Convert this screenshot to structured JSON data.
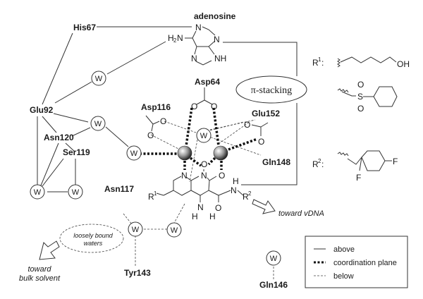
{
  "title": "adenosine",
  "residues": {
    "his67": "His67",
    "glu92": "Glu92",
    "asn120": "Asn120",
    "ser119": "Ser119",
    "asp64": "Asp64",
    "asp116": "Asp116",
    "glu152": "Glu152",
    "gln148": "Gln148",
    "asn117": "Asn117",
    "tyr143": "Tyr143",
    "gln146": "Gln146"
  },
  "water_label": "W",
  "pi_stacking": "π-stacking",
  "loosely_bound": [
    "loosely bound",
    "waters"
  ],
  "toward_bulk": [
    "toward",
    "bulk solvent"
  ],
  "toward_vdna": "toward vDNA",
  "substituents": {
    "r1_label": "R",
    "r1_sup": "1",
    "r2_label": "R",
    "r2_sup": "2",
    "oh": "OH",
    "s": "S",
    "o": "O",
    "f": "F"
  },
  "atoms": {
    "n": "N",
    "o": "O",
    "h": "H",
    "nh": "NH",
    "h2": "H",
    "h2_sub": "2"
  },
  "legend": {
    "items": [
      {
        "style": "solid",
        "label": "above"
      },
      {
        "style": "coordination",
        "label": "coordination plane"
      },
      {
        "style": "dashed",
        "label": "below"
      }
    ]
  }
}
